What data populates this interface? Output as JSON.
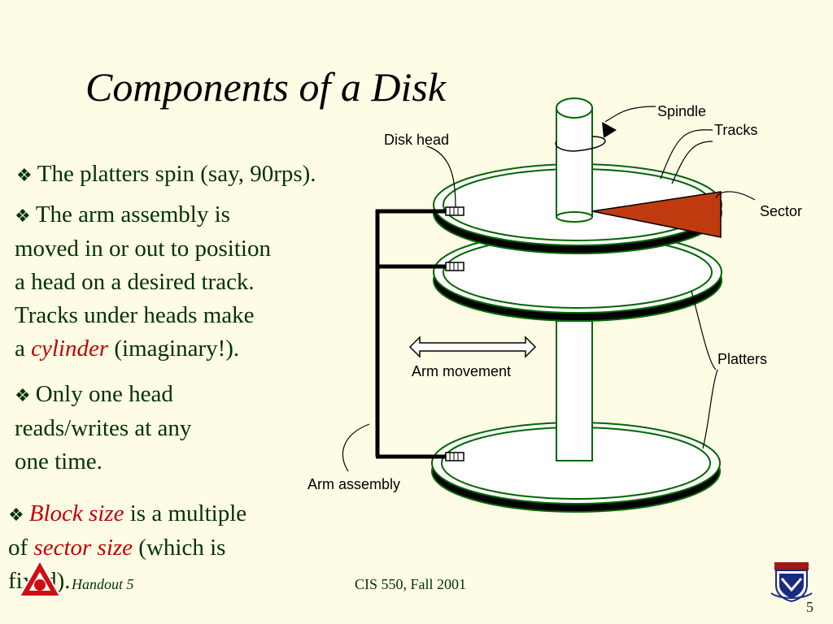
{
  "slide": {
    "title": "Components of a Disk"
  },
  "bullets": {
    "b1": "The platters spin (say, 90rps).",
    "b2_lines": [
      "The arm assembly is",
      "moved in or out to position",
      "a head on a desired track.",
      "Tracks under heads  make"
    ],
    "b2_last_pre": "a ",
    "b2_last_em": "cylinder",
    "b2_last_post": " (imaginary!).",
    "b3_lines": [
      "Only one head",
      "reads/writes at any",
      "one time."
    ],
    "b4_em1": "Block size",
    "b4_mid": " is a multiple",
    "b4_line2_pre": "of ",
    "b4_em2": "sector size",
    "b4_line2_post": " (which is",
    "b4_line3": "fixed)."
  },
  "diagram_labels": {
    "spindle": "Spindle",
    "tracks": "Tracks",
    "disk_head": "Disk head",
    "sector": "Sector",
    "arm_movement": "Arm movement",
    "platters": "Platters",
    "arm_assembly": "Arm assembly"
  },
  "footer": {
    "handout": "Handout 5",
    "course": "CIS 550, Fall 2001",
    "page": "5"
  },
  "colors": {
    "background": "#fffce6",
    "text_green": "#003300",
    "emphasis_red": "#c00000",
    "platter_green": "#006600",
    "sector_fill": "#c03a10"
  }
}
